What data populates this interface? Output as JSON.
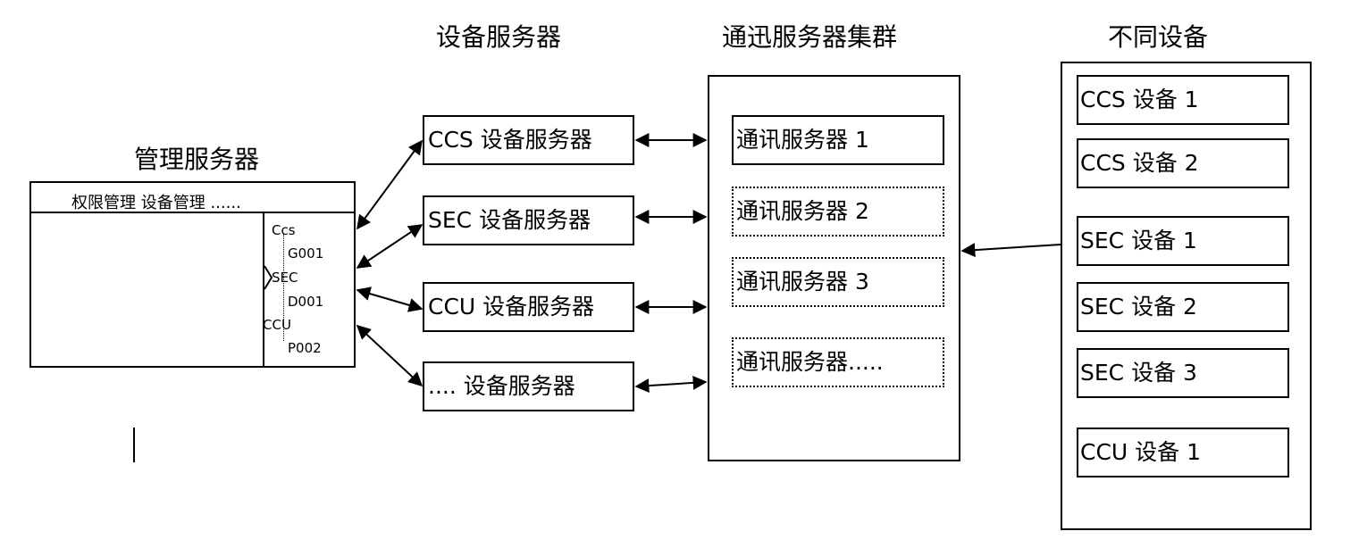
{
  "titles": {
    "mgmt": "管理服务器",
    "device_servers": "设备服务器",
    "comm_cluster": "通迅服务器集群",
    "devices": "不同设备"
  },
  "mgmt_panel": {
    "menu": "权限管理  设备管理  ......",
    "tree": [
      "Ccs",
      "G001",
      "SEC",
      "D001",
      "CCU",
      "P002"
    ]
  },
  "device_servers": [
    "CCS 设备服务器",
    "SEC 设备服务器",
    "CCU 设备服务器",
    "....  设备服务器"
  ],
  "comm_servers": [
    "通讯服务器 1",
    "通讯服务器 2",
    "通讯服务器 3",
    "通讯服务器....."
  ],
  "devices": [
    "CCS 设备 1",
    "CCS 设备 2",
    "SEC 设备 1",
    "SEC 设备 2",
    "SEC 设备 3",
    "CCU 设备 1"
  ]
}
